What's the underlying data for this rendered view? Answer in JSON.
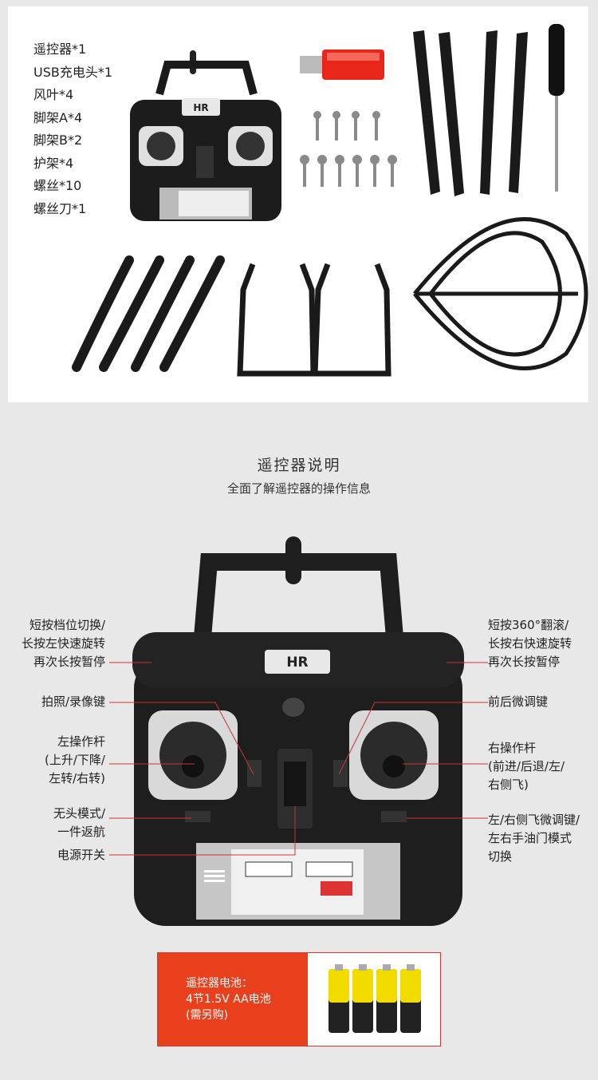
{
  "contents": {
    "items": [
      "遥控器*1",
      "USB充电头*1",
      "风叶*4",
      "脚架A*4",
      "脚架B*2",
      "护架*4",
      "螺丝*10",
      "螺丝刀*1"
    ],
    "brand": "HR"
  },
  "remote_section": {
    "title": "遥控器说明",
    "subtitle": "全面了解遥控器的操作信息",
    "labels_left": [
      [
        "短按档位切换/",
        "长按左快速旋转",
        "再次长按暂停"
      ],
      [
        "拍照/录像键"
      ],
      [
        "左操作杆",
        "(上升/下降/",
        "左转/右转)"
      ],
      [
        "无头模式/",
        "一件返航"
      ],
      [
        "电源开关"
      ]
    ],
    "labels_right": [
      [
        "短按360°翻滚/",
        "长按右快速旋转",
        "再次长按暂停"
      ],
      [
        "前后微调键"
      ],
      [
        "右操作杆",
        "(前进/后退/左/",
        "右侧飞)"
      ],
      [
        "左/右侧飞微调键/",
        "左右手油门模式",
        "切换"
      ]
    ]
  },
  "battery": {
    "line1": "遥控器电池：",
    "line2": "4节1.5V AA电池",
    "line3": "(需另购)"
  },
  "colors": {
    "accent": "#e8401d",
    "leader": "#c33"
  }
}
